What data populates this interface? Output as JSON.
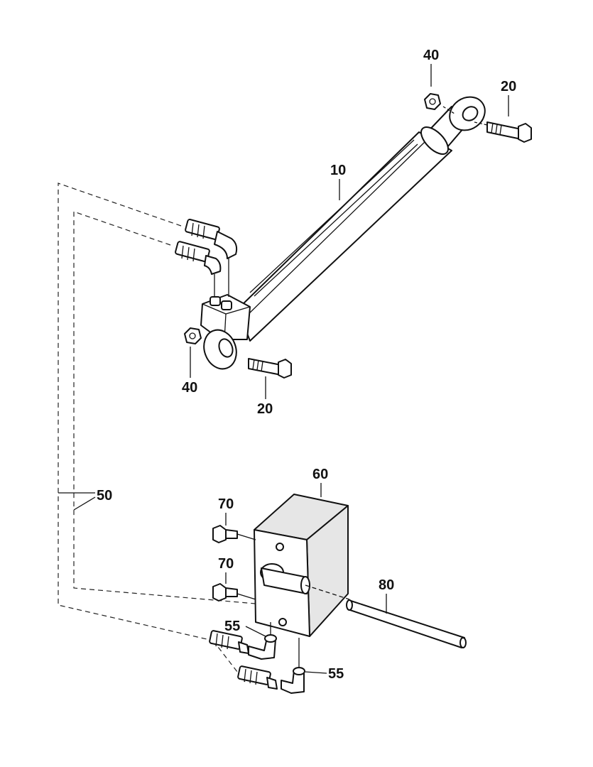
{
  "labels": {
    "cylinder": "10",
    "bolt": "20",
    "nut": "40",
    "hose": "50",
    "elbow": "55",
    "valve_block": "60",
    "screw": "70",
    "rod": "80"
  }
}
